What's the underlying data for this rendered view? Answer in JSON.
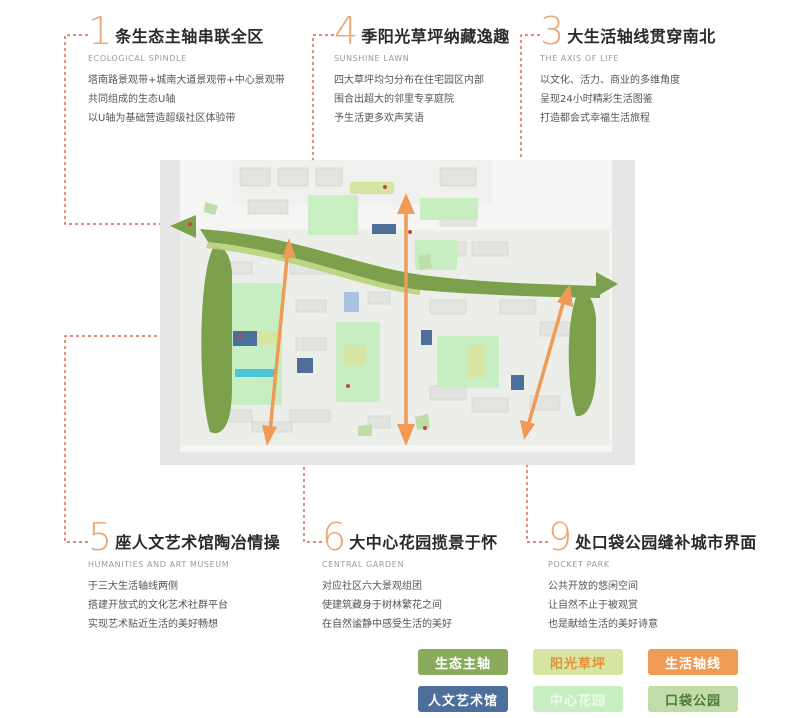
{
  "blocks": [
    {
      "num": "1",
      "title": "条生态主轴串联全区",
      "sub": "ECOLOGICAL SPINDLE",
      "lines": [
        "塔南路景观带+城南大道景观带+中心景观带",
        "共同组成的生态U轴",
        "以U轴为基础营造超级社区体验带"
      ]
    },
    {
      "num": "4",
      "title": "季阳光草坪纳藏逸趣",
      "sub": "SUNSHINE LAWN",
      "lines": [
        "四大草坪均匀分布在住宅园区内部",
        "围合出超大的邻里专享庭院",
        "予生活更多欢声笑语"
      ]
    },
    {
      "num": "3",
      "title": "大生活轴线贯穿南北",
      "sub": "THE AXIS OF LIFE",
      "lines": [
        "以文化、活力、商业的多维角度",
        "呈现24小时精彩生活图鉴",
        "打造都会式幸福生活旅程"
      ]
    },
    {
      "num": "5",
      "title": "座人文艺术馆陶冶情操",
      "sub": "HUMANITIES AND ART MUSEUM",
      "lines": [
        "于三大生活轴线两侧",
        "搭建开放式的文化艺术社群平台",
        "实现艺术贴近生活的美好畅想"
      ]
    },
    {
      "num": "6",
      "title": "大中心花园揽景于怀",
      "sub": "CENTRAL GARDEN",
      "lines": [
        "对应社区六大景观组团",
        "使建筑藏身于树林繁花之间",
        "在自然谧静中感受生活的美好"
      ]
    },
    {
      "num": "9",
      "title": "处口袋公园缝补城市界面",
      "sub": "POCKET PARK",
      "lines": [
        "公共开放的悠闲空间",
        "让自然不止于被观赏",
        "也是献给生活的美好诗意"
      ]
    }
  ],
  "legend": [
    {
      "label": "生态主轴",
      "bg": "#8aaa5c",
      "fg": "#ffffff"
    },
    {
      "label": "阳光草坪",
      "bg": "#d7e5a3",
      "fg": "#e0923a"
    },
    {
      "label": "生活轴线",
      "bg": "#ef9a55",
      "fg": "#ffffff"
    },
    {
      "label": "人文艺术馆",
      "bg": "#4e6e9c",
      "fg": "#ffffff"
    },
    {
      "label": "中心花园",
      "bg": "#c6eec0",
      "fg": "#f0f8ee"
    },
    {
      "label": "口袋公园",
      "bg": "#c0dca8",
      "fg": "#4e7a3a"
    }
  ],
  "colors": {
    "spine": "#7da04c",
    "sun_lawn": "#d7e5a3",
    "life_axis": "#ef9a55",
    "museum": "#4e6e9c",
    "garden": "#c6eec0",
    "pocket": "#c0dca8",
    "leader": "#c8463a"
  }
}
